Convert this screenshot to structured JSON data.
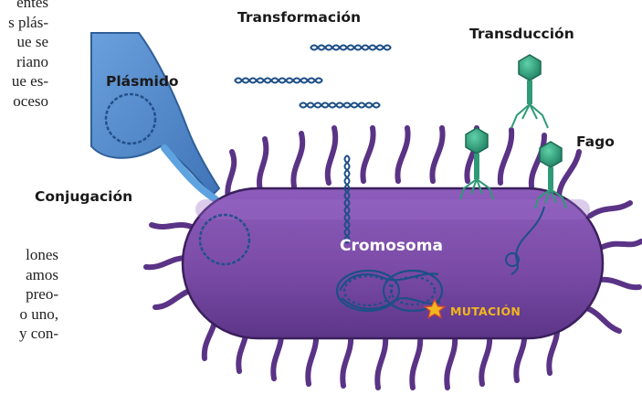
{
  "labels": {
    "transformacion": "Transformación",
    "transduccion": "Transducción",
    "plasmido": "Plásmido",
    "fago": "Fago",
    "conjugacion": "Conjugación",
    "cromosoma": "Cromosoma",
    "mutacion": "MUTACIÓN"
  },
  "side_text_top": [
    "entes",
    "s plás-",
    "ue se",
    "riano",
    "ue es-",
    "oceso"
  ],
  "side_text_bottom": [
    "lones",
    "amos",
    "preo-",
    "o uno,",
    "y con-"
  ],
  "colors": {
    "cell_body": "#7a4ba6",
    "cell_outline": "#3a1f5c",
    "flagella": "#5a3386",
    "donor_cell": "#4f86c8",
    "phage": "#2f9a78",
    "mutation": "#f2b61e",
    "dna": "#1e4f86"
  }
}
